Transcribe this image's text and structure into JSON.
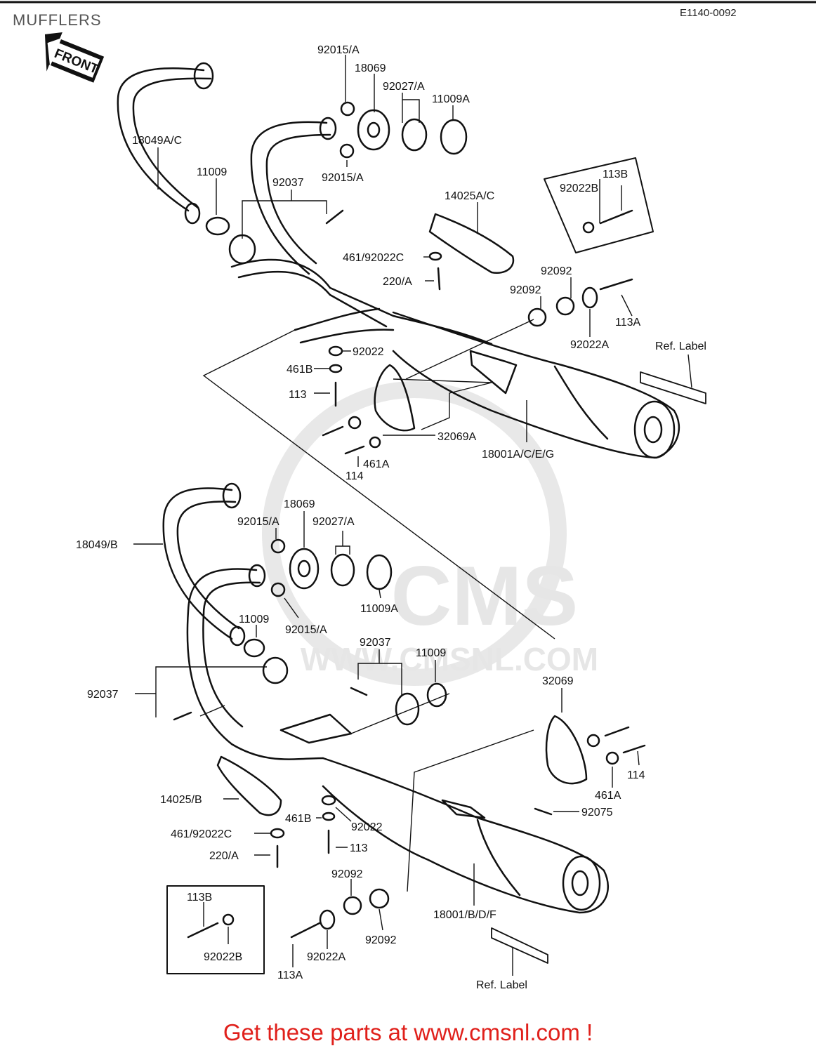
{
  "header": {
    "title": "MUFFLERS",
    "diagram_code": "E1140-0092"
  },
  "badge": {
    "front": "FRONT"
  },
  "watermark": {
    "brand": "CMS",
    "url": "WWW.CMSNL.COM"
  },
  "labels_top": {
    "p92015a_top": "92015/A",
    "p18069": "18069",
    "p92027a": "92027/A",
    "p11009a": "11009A",
    "p18049ac": "18049A/C",
    "p11009": "11009",
    "p92037": "92037",
    "p92015a_bottom": "92015/A",
    "p14025ac": "14025A/C",
    "p113b": "113B",
    "p92022b": "92022B",
    "p461_92022c": "461/92022C",
    "p220a": "220/A",
    "p92092_right": "92092",
    "p92092_left": "92092",
    "p113a": "113A",
    "p92022a": "92022A",
    "p92022": "92022",
    "p461b": "461B",
    "p113": "113",
    "p32069a": "32069A",
    "p461a": "461A",
    "p114": "114",
    "p18001aceg": "18001A/C/E/G",
    "ref_label": "Ref.  Label"
  },
  "labels_bottom": {
    "p18069": "18069",
    "p92015a_top": "92015/A",
    "p92027a": "92027/A",
    "p18049b": "18049/B",
    "p11009a": "11009A",
    "p11009_left": "11009",
    "p92015a_bottom": "92015/A",
    "p92037_mid": "92037",
    "p11009_right": "11009",
    "p32069": "32069",
    "p92037_left": "92037",
    "p114": "114",
    "p461a": "461A",
    "p92075": "92075",
    "p14025b": "14025/B",
    "p461b": "461B",
    "p92022": "92022",
    "p461_92022c": "461/92022C",
    "p113": "113",
    "p220a": "220/A",
    "p92092_top": "92092",
    "p113b": "113B",
    "p18001bdf": "18001/B/D/F",
    "p92022b": "92022B",
    "p92092_bottom": "92092",
    "p92022a": "92022A",
    "p113a": "113A",
    "ref_label": "Ref.  Label"
  },
  "footer": {
    "promo": "Get these parts at www.cmsnl.com !"
  },
  "colors": {
    "ink": "#111111",
    "footer": "#e0201b",
    "watermark": "#e6e6e6",
    "title": "#555555"
  }
}
